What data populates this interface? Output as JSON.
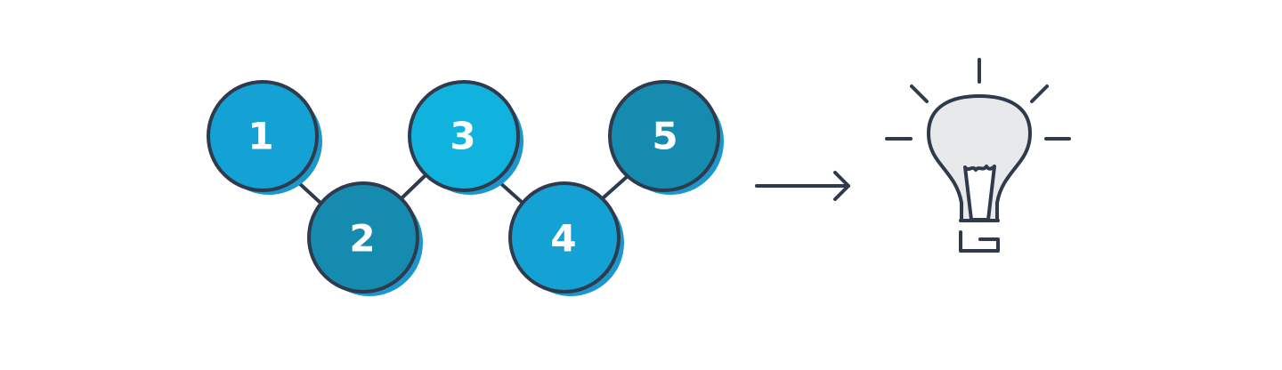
{
  "diagram": {
    "steps": [
      {
        "label": "1",
        "color": "#14a1d4",
        "shadow": "#1a97cc"
      },
      {
        "label": "2",
        "color": "#168bb0",
        "shadow": "#1a97cc"
      },
      {
        "label": "3",
        "color": "#0fb3dd",
        "shadow": "#1a97cc"
      },
      {
        "label": "4",
        "color": "#14a1d4",
        "shadow": "#1a97cc"
      },
      {
        "label": "5",
        "color": "#168bb0",
        "shadow": "#1a97cc"
      }
    ],
    "outline_color": "#2f3b4c",
    "arrow": {
      "icon": "arrow-right-icon",
      "color": "#2f3b4c"
    },
    "result": {
      "icon": "lightbulb-icon",
      "bulb_fill": "#e8e9eb",
      "stroke": "#2f3b4c"
    }
  }
}
